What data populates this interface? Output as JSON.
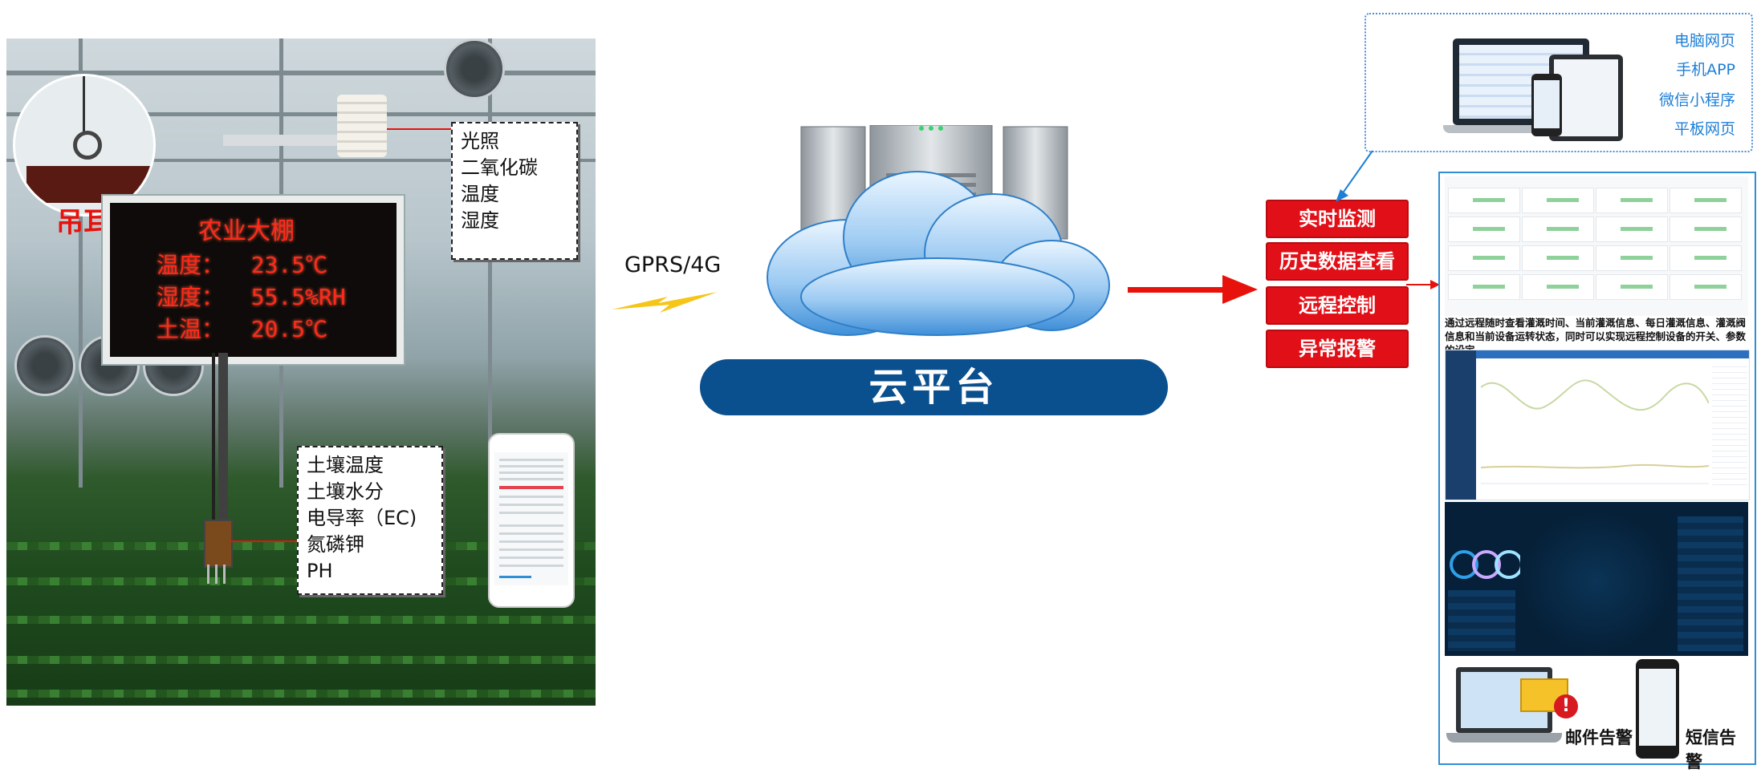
{
  "greenhouse": {
    "hang_label": "吊耳安装",
    "led": {
      "title": "农业大棚",
      "rows": [
        "温度：  23.5℃",
        "湿度：  55.5%RH",
        "土温：  20.5℃"
      ]
    },
    "air_sensor_callout": [
      "光照",
      "二氧化碳",
      "温度",
      "湿度"
    ],
    "soil_sensor_callout": [
      "土壤温度",
      "土壤水分",
      "电导率（EC)",
      "氮磷钾",
      "PH"
    ]
  },
  "link": {
    "label": "GPRS/4G"
  },
  "platform": {
    "label": "云平台"
  },
  "functions": [
    "实时监测",
    "历史数据查看",
    "远程控制",
    "异常报警"
  ],
  "devices": [
    "电脑网页",
    "手机APP",
    "微信小程序",
    "平板网页"
  ],
  "description": "通过远程随时查看灌溉时间、当前灌溉信息、每日灌溉信息、灌溉阀信息和当前设备运转状态，同时可以实现远程控制设备的开关、参数的设定。",
  "alerts": {
    "email": "邮件告警",
    "sms": "短信告警"
  },
  "colors": {
    "accent_red": "#e11018",
    "platform_blue": "#0a4f8e",
    "device_blue": "#1e7fd6",
    "led_red": "#ff2a1a"
  }
}
